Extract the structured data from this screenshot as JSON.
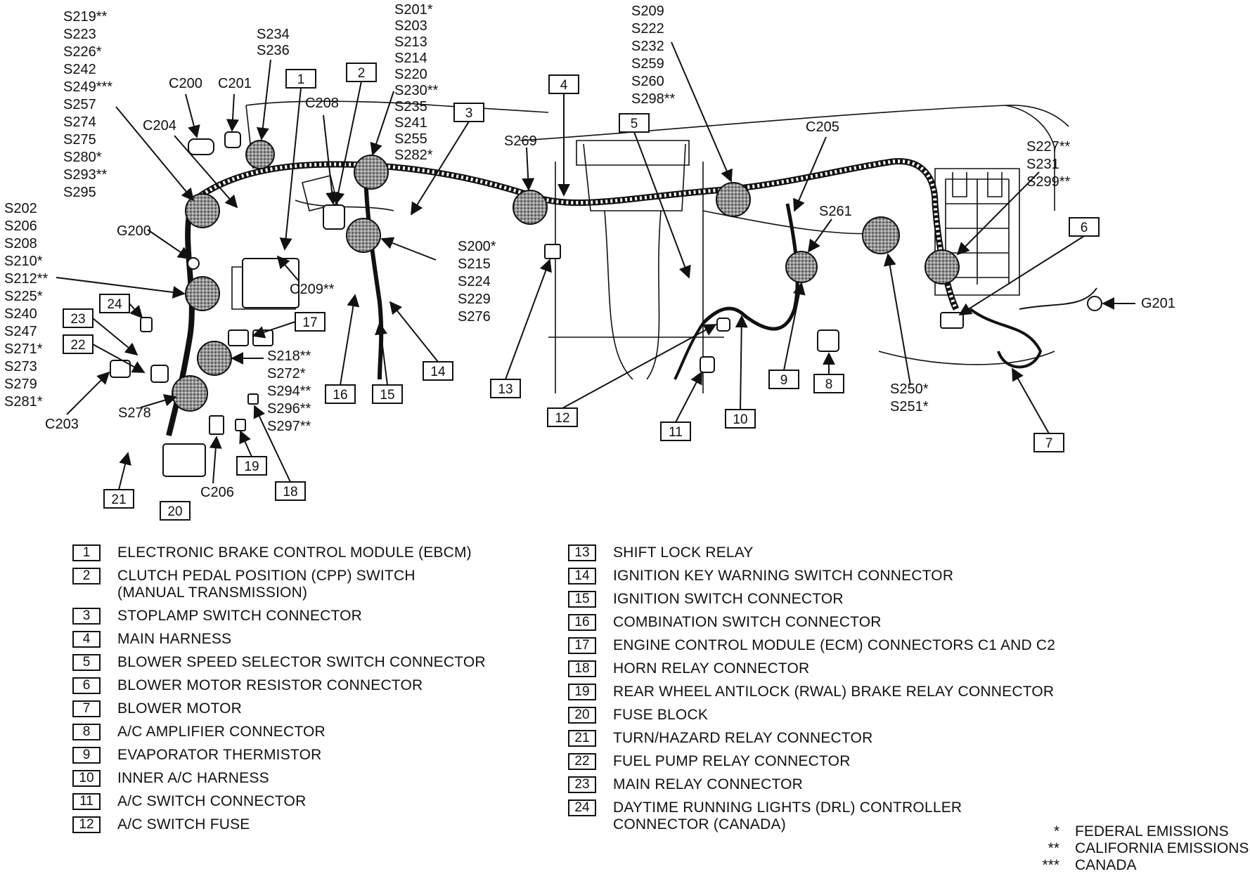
{
  "splice_groups": {
    "g1": [
      "S219**",
      "S223",
      "S226*",
      "S242",
      "S249***",
      "S257",
      "S274",
      "S275",
      "S280*",
      "S293**",
      "S295"
    ],
    "g2": [
      "S234",
      "S236"
    ],
    "g3": [
      "S201*",
      "S203",
      "S213",
      "S214",
      "S220",
      "S230**",
      "S235",
      "S241",
      "S255",
      "S282*"
    ],
    "g4": [
      "S209",
      "S222",
      "S232",
      "S259",
      "S260",
      "S298**"
    ],
    "g5": [
      "S202",
      "S206",
      "S208",
      "S210*",
      "S212**",
      "S225*",
      "S240",
      "S247",
      "S271*",
      "S273",
      "S279",
      "S281*"
    ],
    "g6": [
      "S200*",
      "S215",
      "S224",
      "S229",
      "S276"
    ],
    "g7": [
      "S227**",
      "S231",
      "S299**"
    ],
    "g8": [
      "S218**",
      "S272*",
      "S294**",
      "S296**",
      "S297**"
    ],
    "g9": [
      "S250*",
      "S251*"
    ]
  },
  "callouts": {
    "c200": "C200",
    "c201": "C201",
    "c204": "C204",
    "c208": "C208",
    "g200": "G200",
    "c209": "C209**",
    "s269": "S269",
    "c205": "C205",
    "s261": "S261",
    "g201": "G201",
    "c203": "C203",
    "s278": "S278",
    "c206": "C206"
  },
  "boxes": {
    "b1": "1",
    "b2": "2",
    "b3": "3",
    "b4": "4",
    "b5": "5",
    "b6": "6",
    "b7": "7",
    "b8": "8",
    "b9": "9",
    "b10": "10",
    "b11": "11",
    "b12": "12",
    "b13": "13",
    "b14": "14",
    "b15": "15",
    "b16": "16",
    "b17": "17",
    "b18": "18",
    "b19": "19",
    "b20": "20",
    "b21": "21",
    "b22": "22",
    "b23": "23",
    "b24": "24"
  },
  "legend_left": [
    {
      "num": "1",
      "text": "ELECTRONIC BRAKE CONTROL MODULE (EBCM)"
    },
    {
      "num": "2",
      "text": "CLUTCH PEDAL POSITION (CPP) SWITCH\n(MANUAL TRANSMISSION)"
    },
    {
      "num": "3",
      "text": "STOPLAMP SWITCH CONNECTOR"
    },
    {
      "num": "4",
      "text": "MAIN HARNESS"
    },
    {
      "num": "5",
      "text": "BLOWER SPEED SELECTOR SWITCH CONNECTOR"
    },
    {
      "num": "6",
      "text": "BLOWER MOTOR RESISTOR CONNECTOR"
    },
    {
      "num": "7",
      "text": "BLOWER MOTOR"
    },
    {
      "num": "8",
      "text": "A/C AMPLIFIER CONNECTOR"
    },
    {
      "num": "9",
      "text": "EVAPORATOR THERMISTOR"
    },
    {
      "num": "10",
      "text": "INNER A/C HARNESS"
    },
    {
      "num": "11",
      "text": "A/C SWITCH CONNECTOR"
    },
    {
      "num": "12",
      "text": "A/C SWITCH FUSE"
    }
  ],
  "legend_right": [
    {
      "num": "13",
      "text": "SHIFT LOCK RELAY"
    },
    {
      "num": "14",
      "text": "IGNITION KEY WARNING SWITCH CONNECTOR"
    },
    {
      "num": "15",
      "text": "IGNITION SWITCH CONNECTOR"
    },
    {
      "num": "16",
      "text": "COMBINATION SWITCH CONNECTOR"
    },
    {
      "num": "17",
      "text": "ENGINE CONTROL MODULE (ECM) CONNECTORS C1 AND C2"
    },
    {
      "num": "18",
      "text": "HORN RELAY CONNECTOR"
    },
    {
      "num": "19",
      "text": "REAR WHEEL ANTILOCK (RWAL) BRAKE RELAY CONNECTOR"
    },
    {
      "num": "20",
      "text": "FUSE BLOCK"
    },
    {
      "num": "21",
      "text": "TURN/HAZARD RELAY CONNECTOR"
    },
    {
      "num": "22",
      "text": "FUEL PUMP RELAY CONNECTOR"
    },
    {
      "num": "23",
      "text": "MAIN RELAY CONNECTOR"
    },
    {
      "num": "24",
      "text": "DAYTIME RUNNING LIGHTS (DRL) CONTROLLER\nCONNECTOR (CANADA)"
    }
  ],
  "footnotes": [
    {
      "sym": "*",
      "text": "FEDERAL EMISSIONS"
    },
    {
      "sym": "**",
      "text": "CALIFORNIA EMISSIONS"
    },
    {
      "sym": "***",
      "text": "CANADA"
    }
  ],
  "colors": {
    "ink": "#111111",
    "paper": "#ffffff",
    "splice_fill": "#8a8a8a"
  }
}
